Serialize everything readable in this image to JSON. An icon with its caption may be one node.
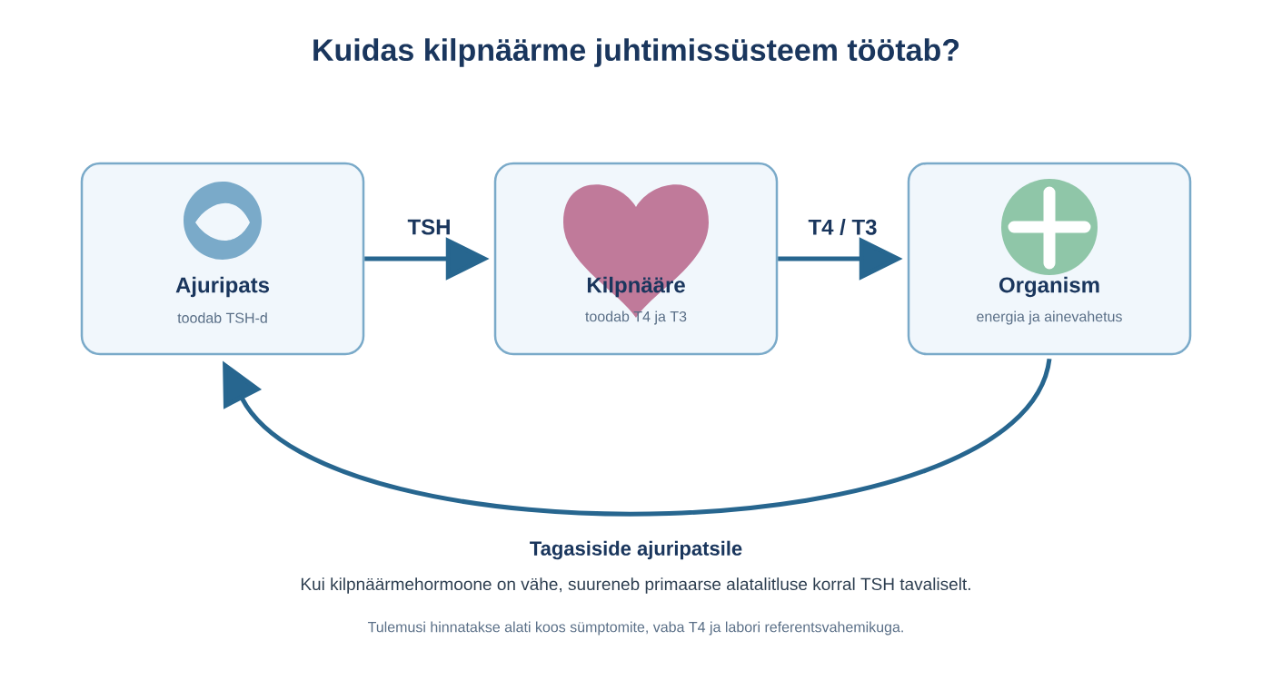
{
  "diagram": {
    "title": "Kuidas kilpnäärme juhtimissüsteem töötab?",
    "nodes": [
      {
        "text": [
          "Ajuripats",
          "toodab TSH-d"
        ]
      },
      {
        "text": [
          "Kilpnääre",
          "toodab T4 ja T3"
        ]
      },
      {
        "text": [
          "Organism",
          "energia ja ainevahetus"
        ]
      }
    ],
    "edges": [
      {
        "from": 0,
        "to": 1,
        "arrow": "to",
        "label": "TSH"
      },
      {
        "from": 1,
        "to": 2,
        "arrow": "to",
        "label": "T4 / T3"
      },
      {
        "from": 2,
        "to": 0,
        "arrow": "to"
      }
    ],
    "labels": [
      "Tagasiside ajuripatsile",
      "Kui kilpnäärmehormoone on vähe, suureneb primaarse alatalitluse korral TSH tavaliselt.",
      "Tulemusi hinnatakse alati koos sümptomite, vaba T4 ja labori referentsvahemikuga."
    ]
  }
}
